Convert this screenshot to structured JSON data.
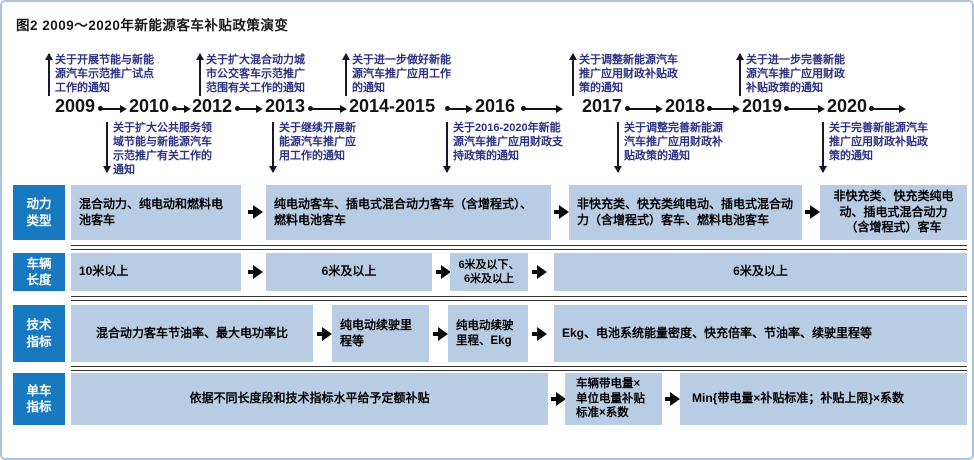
{
  "title": "图2  2009～2020年新能源客车补贴政策演变",
  "timeline": {
    "years": [
      "2009",
      "2010",
      "2012",
      "2013",
      "2014-2015",
      "2016",
      "2017",
      "2018",
      "2019",
      "2020"
    ],
    "top_notes": [
      "关于开展节能与新能源汽车示范推广试点工作的通知",
      "关于扩大混合动力城市公交客车示范推广范围有关工作的通知",
      "关于进一步做好新能源汽车推广应用工作的通知",
      "关于调整新能源汽车推广应用财政补贴政策的通知",
      "关于进一步完善新能源汽车推广应用财政补贴政策的通知"
    ],
    "bottom_notes": [
      "关于扩大公共服务领域节能与新能源汽车示范推广有关工作的通知",
      "关于继续开展新能源汽车推广应用工作的通知",
      "关于2016-2020年新能源汽车推广应用财政支持政策的通知",
      "关于调整完善新能源汽车推广应用财政补贴政策的通知",
      "关于完善新能源汽车推广应用财政补贴政策的通知"
    ]
  },
  "rows": [
    {
      "label": "动力类型",
      "cells": [
        "混合动力、纯电动和燃料电池客车",
        "纯电动客车、插电式混合动力客车（含增程式）、燃料电池客车",
        "非快充类、快充类纯电动、插电式混合动力（含增程式）客车、燃料电池客车",
        "非快充类、快充类纯电动、插电式混合动力（含增程式）客车"
      ]
    },
    {
      "label": "车辆长度",
      "cells": [
        "10米以上",
        "6米及以上",
        "6米及以下、6米及以上",
        "6米及以上"
      ]
    },
    {
      "label": "技术指标",
      "cells": [
        "混合动力客车节油率、最大电功率比",
        "纯电动续驶里程等",
        "纯电动续驶里程、Ekg",
        "Ekg、电池系统能量密度、快充倍率、节油率、续驶里程等"
      ]
    },
    {
      "label": "单车指标",
      "cells": [
        "依据不同长度段和技术指标水平给予定额补贴",
        "车辆带电量×单位电量补贴标准×系数",
        "Min{带电量×补贴标准；补贴上限}×系数"
      ]
    }
  ],
  "colors": {
    "label_blue": "#1779bf",
    "cell_blue": "#b8cce4",
    "note_navy": "#2d3384",
    "line_black": "#111111",
    "frame_border": "#a9c4db"
  }
}
